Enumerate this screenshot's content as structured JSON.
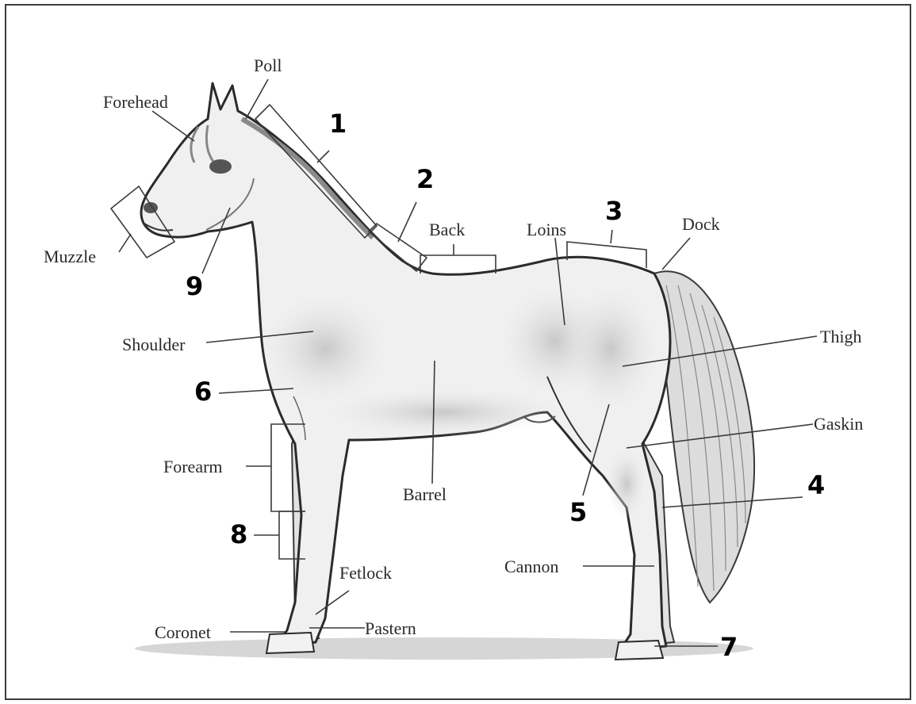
{
  "diagram": {
    "labels": {
      "poll": "Poll",
      "forehead": "Forehead",
      "muzzle": "Muzzle",
      "back": "Back",
      "loins": "Loins",
      "dock": "Dock",
      "shoulder": "Shoulder",
      "thigh": "Thigh",
      "gaskin": "Gaskin",
      "forearm": "Forearm",
      "barrel": "Barrel",
      "cannon": "Cannon",
      "fetlock": "Fetlock",
      "coronet": "Coronet",
      "pastern": "Pastern"
    },
    "numbers": {
      "n1": "1",
      "n2": "2",
      "n3": "3",
      "n4": "4",
      "n5": "5",
      "n6": "6",
      "n7": "7",
      "n8": "8",
      "n9": "9"
    },
    "colors": {
      "outline": "#2b2b2b",
      "body_fill": "#eeeeee",
      "shade": "#cfcfcf",
      "leader": "#3a3a3a",
      "ground": "#c9c9c9"
    }
  }
}
